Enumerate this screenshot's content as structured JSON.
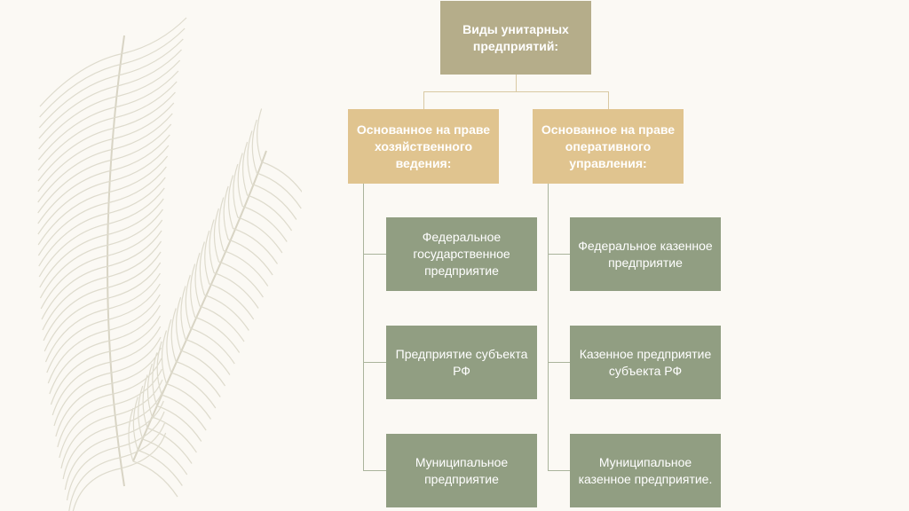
{
  "root": {
    "label": "Виды унитарных предприятий:"
  },
  "branches": [
    {
      "label": "Основанное на праве хозяйственного ведения:",
      "children": [
        "Федеральное государственное предприятие",
        "Предприятие субъекта РФ",
        "Муниципальное предприятие"
      ]
    },
    {
      "label": "Основанное на праве оперативного управления:",
      "children": [
        "Федеральное казенное предприятие",
        "Казенное предприятие субъекта РФ",
        "Муниципальное казенное предприятие."
      ]
    }
  ],
  "colors": {
    "background": "#fbf9f4",
    "root": "#b5ad8a",
    "branch": "#e0c48f",
    "leaf": "#919e82"
  }
}
